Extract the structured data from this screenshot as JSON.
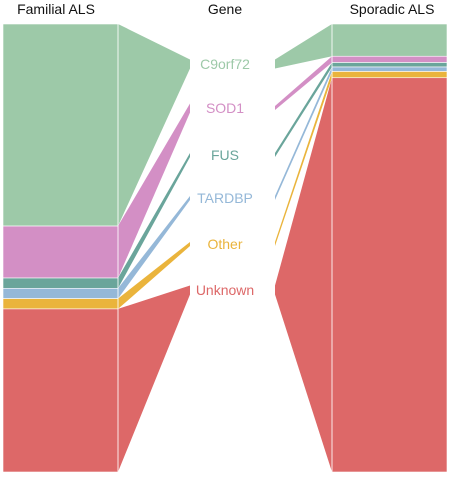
{
  "chart_data": {
    "type": "alluvial",
    "title": "",
    "columns": {
      "left": "Familial ALS",
      "middle": "Gene",
      "right": "Sporadic ALS"
    },
    "genes": [
      {
        "name": "C9orf72",
        "color": "#9dc9a8",
        "familial_pct": 45.1,
        "sporadic_pct": 7.2
      },
      {
        "name": "SOD1",
        "color": "#d38fc5",
        "familial_pct": 11.6,
        "sporadic_pct": 1.4
      },
      {
        "name": "FUS",
        "color": "#6aa59b",
        "familial_pct": 2.3,
        "sporadic_pct": 1.0
      },
      {
        "name": "TARDBP",
        "color": "#95b8d8",
        "familial_pct": 2.3,
        "sporadic_pct": 1.0
      },
      {
        "name": "Other",
        "color": "#eab43c",
        "familial_pct": 2.3,
        "sporadic_pct": 1.4
      },
      {
        "name": "Unknown",
        "color": "#dd6868",
        "familial_pct": 36.4,
        "sporadic_pct": 88.0
      }
    ]
  }
}
